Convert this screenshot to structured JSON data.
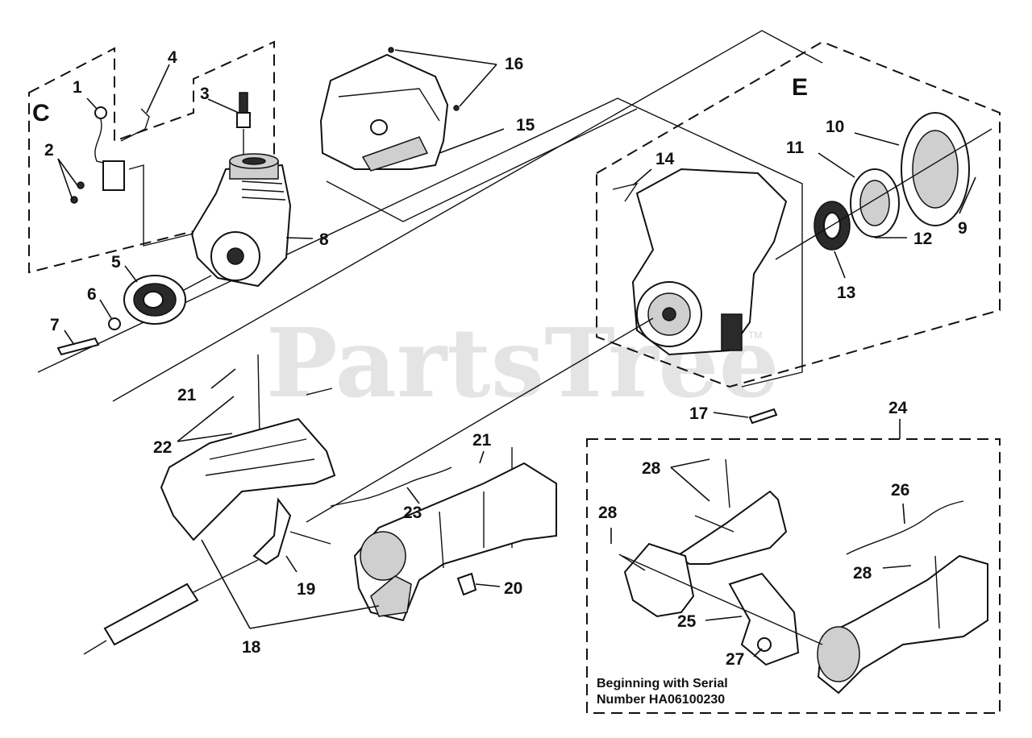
{
  "watermark": {
    "text": "PartsTree",
    "trademark": "TM"
  },
  "sections": {
    "c": "C",
    "e": "E"
  },
  "callouts": {
    "c1": "1",
    "c2": "2",
    "c3": "3",
    "c4": "4",
    "c5": "5",
    "c6": "6",
    "c7": "7",
    "c8": "8",
    "c9": "9",
    "c10": "10",
    "c11": "11",
    "c12": "12",
    "c13": "13",
    "c14": "14",
    "c15": "15",
    "c16": "16",
    "c17": "17",
    "c18": "18",
    "c19": "19",
    "c20": "20",
    "c21a": "21",
    "c21b": "21",
    "c22": "22",
    "c23": "23",
    "c24": "24",
    "c25": "25",
    "c26": "26",
    "c27": "27",
    "c28a": "28",
    "c28b": "28",
    "c28c": "28"
  },
  "serial_note": {
    "line1": "Beginning with Serial",
    "line2": "Number HA06100230"
  }
}
